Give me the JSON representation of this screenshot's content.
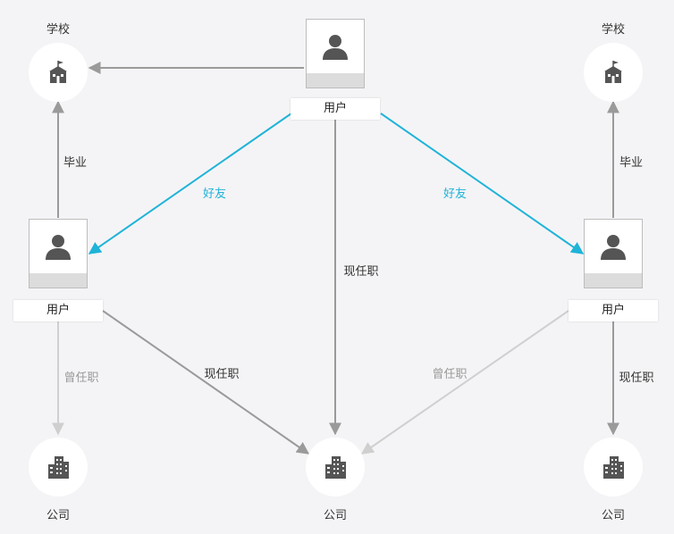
{
  "colors": {
    "friend": "#1fb3d8",
    "dark_edge": "#9a9a9a",
    "light_edge": "#cfcfcf",
    "icon": "#555555",
    "label_light": "#999999",
    "label_dark": "#333333"
  },
  "nodes": {
    "school_left": {
      "label": "学校",
      "icon": "school-icon"
    },
    "school_right": {
      "label": "学校",
      "icon": "school-icon"
    },
    "user_top": {
      "label": "用户",
      "icon": "user-icon"
    },
    "user_left": {
      "label": "用户",
      "icon": "user-icon"
    },
    "user_right": {
      "label": "用户",
      "icon": "user-icon"
    },
    "company_left": {
      "label": "公司",
      "icon": "building-icon"
    },
    "company_mid": {
      "label": "公司",
      "icon": "building-icon"
    },
    "company_right": {
      "label": "公司",
      "icon": "building-icon"
    }
  },
  "edges": {
    "top_to_school": {
      "label": ""
    },
    "left_graduated": {
      "label": "毕业"
    },
    "right_graduated": {
      "label": "毕业"
    },
    "friend_left": {
      "label": "好友"
    },
    "friend_right": {
      "label": "好友"
    },
    "top_current_job": {
      "label": "现任职"
    },
    "left_former_job": {
      "label": "曾任职"
    },
    "left_current_job": {
      "label": "现任职"
    },
    "right_former_job": {
      "label": "曾任职"
    },
    "right_current_job": {
      "label": "现任职"
    }
  }
}
